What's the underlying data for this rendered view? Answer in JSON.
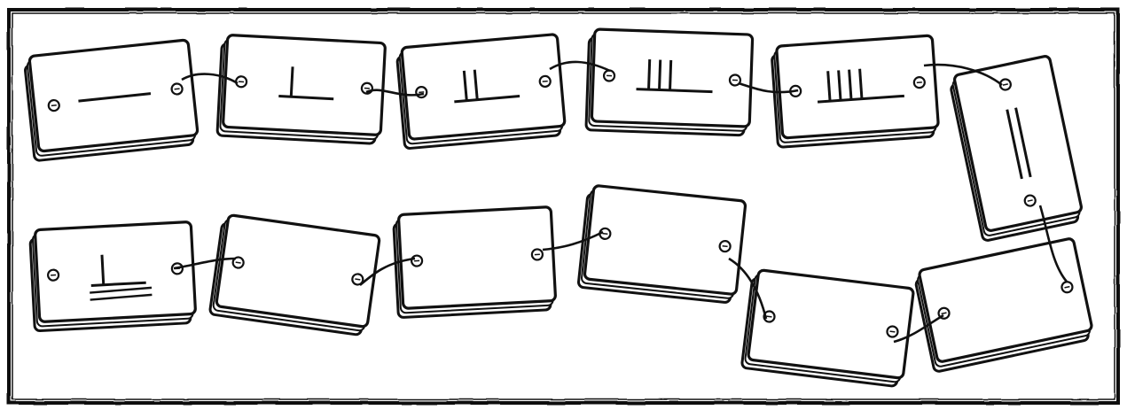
{
  "diagram": {
    "style": "black ink sketch on white",
    "stroke_color": "#111111",
    "fill_color": "#ffffff",
    "cards": [
      {
        "id": "card-1",
        "rod_count": 0,
        "has_dash": true
      },
      {
        "id": "card-2",
        "rod_count": 1,
        "has_dash": false
      },
      {
        "id": "card-3",
        "rod_count": 2,
        "has_dash": false
      },
      {
        "id": "card-4",
        "rod_count": 3,
        "has_dash": false
      },
      {
        "id": "card-5",
        "rod_count": 4,
        "has_dash": false
      },
      {
        "id": "card-6",
        "rod_count": 2,
        "has_dash": false,
        "orientation": "vertical"
      },
      {
        "id": "card-7",
        "rod_count": 1,
        "has_dash": false,
        "extra_lines": 2
      },
      {
        "id": "card-8",
        "rod_count": 0,
        "has_dash": false
      },
      {
        "id": "card-9",
        "rod_count": 0,
        "has_dash": false
      },
      {
        "id": "card-10",
        "rod_count": 0,
        "has_dash": false
      },
      {
        "id": "card-11",
        "rod_count": 0,
        "has_dash": false
      },
      {
        "id": "card-12",
        "rod_count": 0,
        "has_dash": false
      },
      {
        "id": "card-13",
        "rod_count": 0,
        "has_dash": false
      }
    ]
  }
}
